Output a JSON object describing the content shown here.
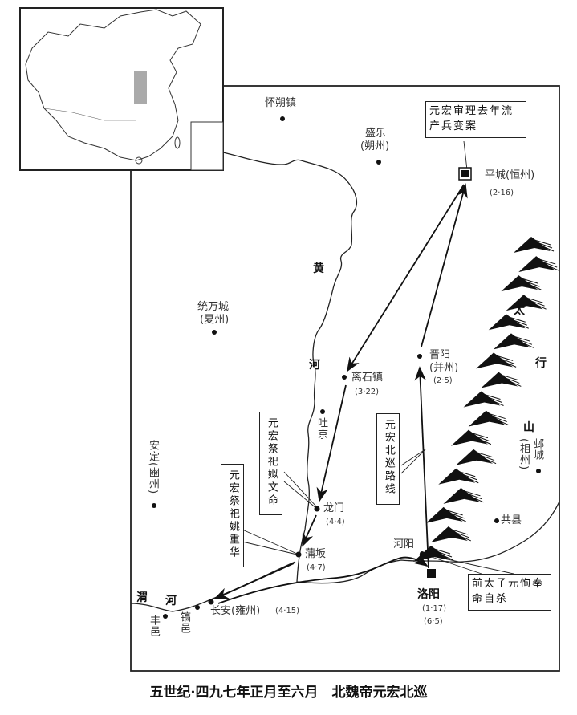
{
  "caption": "五世纪·四九七年正月至六月　北魏帝元宏北巡",
  "places": {
    "huaishuo": "怀朔镇",
    "shengle": "盛乐",
    "shengle_sub": "(朔州)",
    "pingcheng": "平城(恒州)",
    "pingcheng_date": "(2·16)",
    "tongwan": "统万城",
    "tongwan_sub": "(夏州)",
    "lishi": "离石镇",
    "lishi_date": "(3·22)",
    "jinyang": "晋阳",
    "jinyang_sub": "(并州)",
    "jinyang_date": "(2·5)",
    "tujing": "吐京",
    "longmen": "龙门",
    "longmen_date": "(4·4)",
    "puban": "蒲坂",
    "puban_date": "(4·7)",
    "changan": "长安(雍州)",
    "changan_date": "(4·15)",
    "haoyi": "镐邑",
    "fengyi": "丰邑",
    "anding": "安定(豳州)",
    "luoyang": "洛阳",
    "luoyang_date1": "(1·17)",
    "luoyang_date2": "(6·5)",
    "heyang": "河阳",
    "gongxian": "共县",
    "yecheng": "邺城",
    "yecheng_sub": "(相州)"
  },
  "rivers": {
    "huang1": "黄",
    "huang2": "河",
    "wei1": "渭",
    "wei2": "河"
  },
  "mountains": {
    "c1": "太",
    "c2": "行",
    "c3": "山"
  },
  "callouts": {
    "pingcheng_case": "元宏审理去年流产兵变案",
    "si_wenming": "元宏祭祀姒文命",
    "yao_chonghua": "元宏祭祀姚重华",
    "route": "元宏北巡路线",
    "yuanxun": "前太子元恂奉命自杀"
  },
  "colors": {
    "ink": "#222222",
    "inset_highlight": "#aaaaaa"
  }
}
